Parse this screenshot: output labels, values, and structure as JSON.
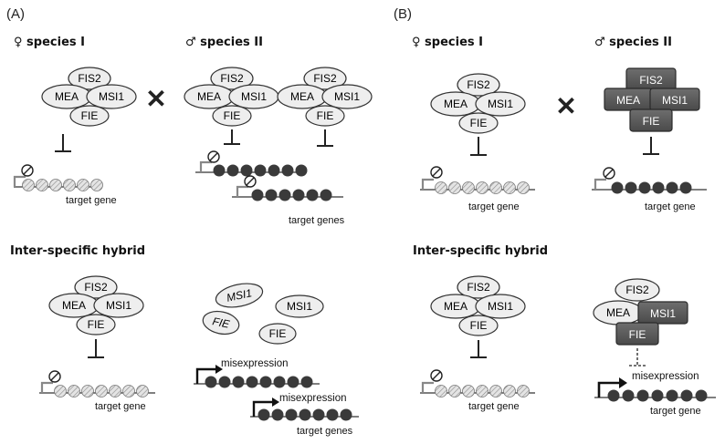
{
  "panels": {
    "a": {
      "label": "(A)"
    },
    "b": {
      "label": "(B)"
    }
  },
  "labels": {
    "species_i": "♀ species I",
    "species_ii": "♂ species II",
    "hybrid": "Inter-specific hybrid",
    "target_gene": "target gene",
    "target_genes": "target genes",
    "misexpression": "misexpression",
    "cross": "✕"
  },
  "complex": {
    "fis2": "FIS2",
    "mea": "MEA",
    "msi1": "MSI1",
    "fie": "FIE"
  },
  "colors": {
    "oval_fill": "#eeeeee",
    "dark_box": "#5a5a5a",
    "dark_nucleosome": "#3a3a3a",
    "light_nucleosome": "#dcdcdc"
  }
}
